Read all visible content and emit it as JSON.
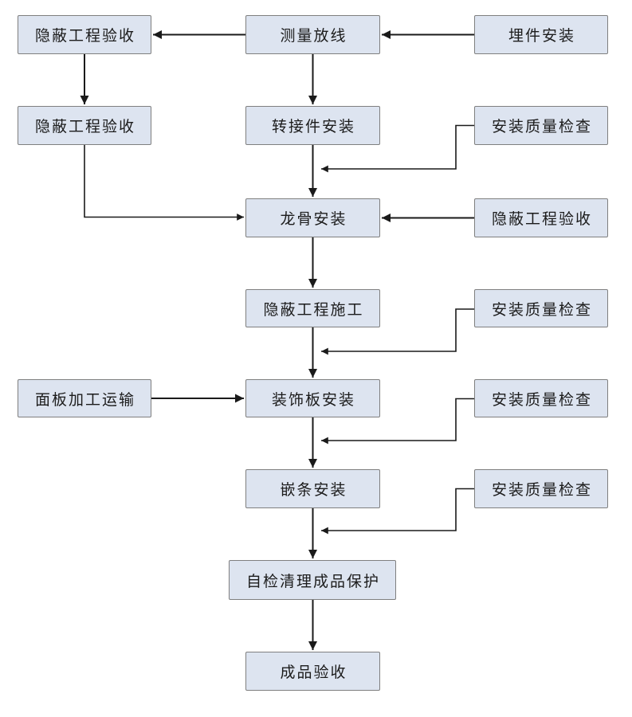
{
  "diagram": {
    "type": "flowchart",
    "description": "Construction process flowchart (panel/curtain-wall installation) with quality-check side branches",
    "nodes": [
      {
        "id": "n1",
        "label": "隐蔽工程验收",
        "column": "left",
        "row": 1
      },
      {
        "id": "n2",
        "label": "测量放线",
        "column": "center",
        "row": 1
      },
      {
        "id": "n3",
        "label": "埋件安装",
        "column": "right",
        "row": 1
      },
      {
        "id": "n4",
        "label": "隐蔽工程验收",
        "column": "left",
        "row": 2
      },
      {
        "id": "n5",
        "label": "转接件安装",
        "column": "center",
        "row": 2
      },
      {
        "id": "n6",
        "label": "安装质量检查",
        "column": "right",
        "row": 2
      },
      {
        "id": "n7",
        "label": "龙骨安装",
        "column": "center",
        "row": 3
      },
      {
        "id": "n8",
        "label": "隐蔽工程验收",
        "column": "right",
        "row": 3
      },
      {
        "id": "n9",
        "label": "隐蔽工程施工",
        "column": "center",
        "row": 4
      },
      {
        "id": "n10",
        "label": "安装质量检查",
        "column": "right",
        "row": 4
      },
      {
        "id": "n11",
        "label": "面板加工运输",
        "column": "left",
        "row": 5
      },
      {
        "id": "n12",
        "label": "装饰板安装",
        "column": "center",
        "row": 5
      },
      {
        "id": "n13",
        "label": "安装质量检查",
        "column": "right",
        "row": 5
      },
      {
        "id": "n14",
        "label": "嵌条安装",
        "column": "center",
        "row": 6
      },
      {
        "id": "n15",
        "label": "安装质量检查",
        "column": "right",
        "row": 6
      },
      {
        "id": "n16",
        "label": "自检清理成品保护",
        "column": "center",
        "row": 7
      },
      {
        "id": "n17",
        "label": "成品验收",
        "column": "center",
        "row": 8
      }
    ],
    "edges": [
      {
        "from": "n3",
        "to": "n2",
        "style": "straight"
      },
      {
        "from": "n2",
        "to": "n1",
        "style": "straight"
      },
      {
        "from": "n1",
        "to": "n4",
        "style": "straight"
      },
      {
        "from": "n2",
        "to": "n5",
        "style": "straight"
      },
      {
        "from": "n5",
        "to": "n7",
        "style": "straight"
      },
      {
        "from": "n6",
        "to": "n5-n7-connector",
        "style": "elbow"
      },
      {
        "from": "n4",
        "to": "n7",
        "style": "elbow"
      },
      {
        "from": "n8",
        "to": "n7",
        "style": "straight"
      },
      {
        "from": "n7",
        "to": "n9",
        "style": "straight"
      },
      {
        "from": "n10",
        "to": "n9-n12-connector",
        "style": "elbow"
      },
      {
        "from": "n9",
        "to": "n12",
        "style": "straight"
      },
      {
        "from": "n11",
        "to": "n12",
        "style": "straight"
      },
      {
        "from": "n13",
        "to": "n12-n14-connector",
        "style": "elbow"
      },
      {
        "from": "n12",
        "to": "n14",
        "style": "straight"
      },
      {
        "from": "n15",
        "to": "n14-n16-connector",
        "style": "elbow"
      },
      {
        "from": "n14",
        "to": "n16",
        "style": "straight"
      },
      {
        "from": "n16",
        "to": "n17",
        "style": "straight"
      }
    ]
  },
  "colors": {
    "page-bg": "#ffffff",
    "box-fill": "#dde4f0",
    "box-border": "#7f7f7f",
    "line-color": "#1a1a1a",
    "text-color": "#1c1c1c"
  }
}
